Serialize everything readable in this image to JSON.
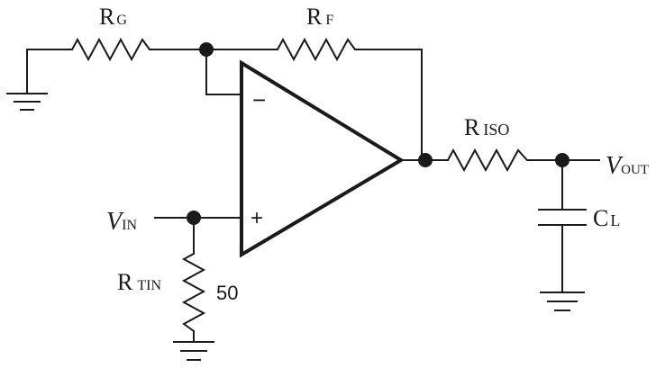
{
  "labels": {
    "rg_main": "R",
    "rg_sub": "G",
    "rf_main": "R",
    "rf_sub": "F",
    "riso_main": "R",
    "riso_sub": "ISO",
    "vout_main": "V",
    "vout_sub": "OUT",
    "vin_main": "V",
    "vin_sub": "IN",
    "cl_main": "C",
    "cl_sub": "L",
    "rtin_main": "R",
    "rtin_sub": "TIN",
    "rtin_value": "50",
    "minus": "−",
    "plus": "+"
  }
}
